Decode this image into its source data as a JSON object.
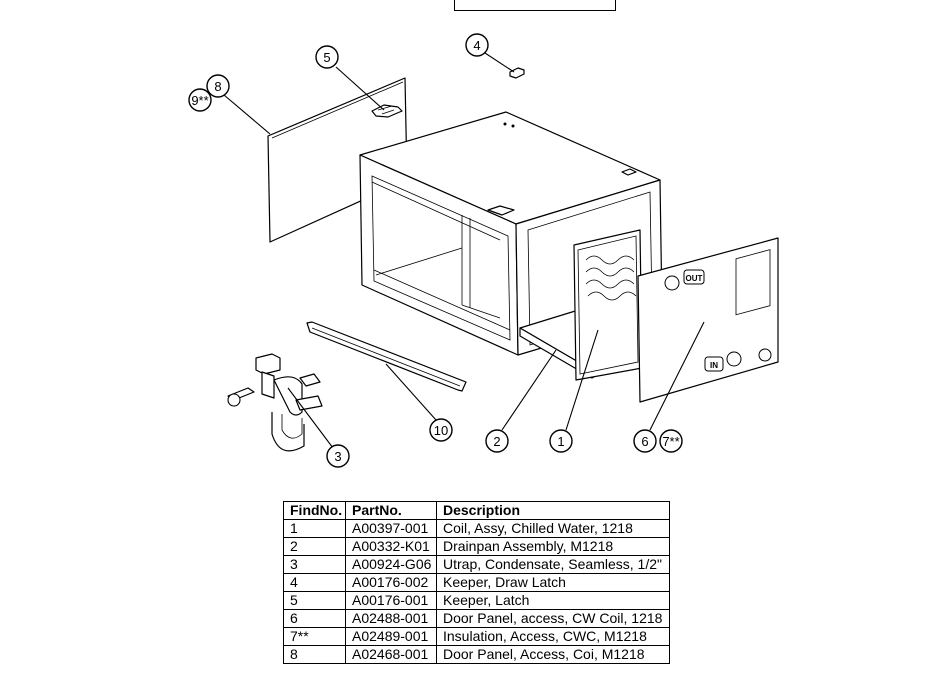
{
  "callouts": {
    "c1": "1",
    "c2": "2",
    "c3": "3",
    "c4": "4",
    "c5": "5",
    "c6": "6",
    "c7": "7**",
    "c8": "8",
    "c9": "9**",
    "c10": "10"
  },
  "coil_labels": {
    "out": "OUT",
    "in": "IN"
  },
  "table": {
    "headers": [
      "FindNo.",
      "PartNo.",
      "Description"
    ],
    "rows": [
      [
        "1",
        "A00397-001",
        "Coil, Assy, Chilled Water, 1218"
      ],
      [
        "2",
        "A00332-K01",
        "Drainpan Assembly, M1218"
      ],
      [
        "3",
        "A00924-G06",
        "Utrap, Condensate, Seamless, 1/2\""
      ],
      [
        "4",
        "A00176-002",
        "Keeper, Draw Latch"
      ],
      [
        "5",
        "A00176-001",
        "Keeper, Latch"
      ],
      [
        "6",
        "A02488-001",
        "Door Panel, access, CW Coil, 1218"
      ],
      [
        "7**",
        "A02489-001",
        "Insulation, Access, CWC, M1218"
      ],
      [
        "8",
        "A02468-001",
        "Door Panel, Access, Coi, M1218"
      ]
    ]
  }
}
